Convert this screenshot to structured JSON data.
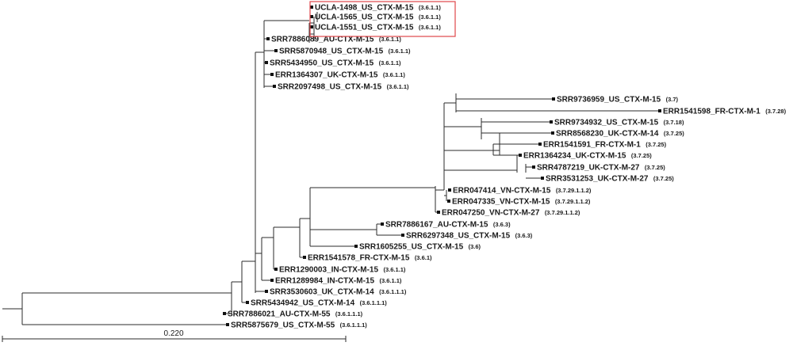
{
  "tree": {
    "leaves": [
      {
        "label": "UCLA-1498_US_CTX-M-15",
        "note": "(3.6.1.1)"
      },
      {
        "label": "UCLA-1565_US_CTX-M-15",
        "note": "(3.6.1.1)"
      },
      {
        "label": "UCLA-1551_US_CTX-M-15",
        "note": "(3.6.1.1)"
      },
      {
        "label": "SRR7886089_AU-CTX-M-15",
        "note": "(3.6.1.1)"
      },
      {
        "label": "SRR5870948_US_CTX-M-15",
        "note": "(3.6.1.1)"
      },
      {
        "label": "SRR5434950_US_CTX-M-15",
        "note": "(3.6.1.1)"
      },
      {
        "label": "ERR1364307_UK-CTX-M-15",
        "note": "(3.6.1.1)"
      },
      {
        "label": "SRR2097498_US_CTX-M-15",
        "note": "(3.6.1.1)"
      },
      {
        "label": "SRR9736959_US_CTX-M-15",
        "note": "(3.7)"
      },
      {
        "label": "ERR1541598_FR-CTX-M-1",
        "note": "(3.7.28)"
      },
      {
        "label": "SRR9734932_US_CTX-M-15",
        "note": "(3.7.18)"
      },
      {
        "label": "SRR8568230_UK-CTX-M-14",
        "note": "(3.7.25)"
      },
      {
        "label": "ERR1541591_FR-CTX-M-1",
        "note": "(3.7.25)"
      },
      {
        "label": "ERR1364234_UK-CTX-M-15",
        "note": "(3.7.25)"
      },
      {
        "label": "SRR4787219_UK-CTX-M-27",
        "note": "(3.7.25)"
      },
      {
        "label": "SRR3531253_UK-CTX-M-27",
        "note": "(3.7.25)"
      },
      {
        "label": "ERR047414_VN-CTX-M-15",
        "note": "(3.7.29.1.1.2)"
      },
      {
        "label": "ERR047335_VN-CTX-M-15",
        "note": "(3.7.29.1.1.2)"
      },
      {
        "label": "ERR047250_VN-CTX-M-27",
        "note": "(3.7.29.1.1.2)"
      },
      {
        "label": "SRR7886167_AU-CTX-M-15",
        "note": "(3.6.3)"
      },
      {
        "label": "SRR6297348_US_CTX-M-15",
        "note": "(3.6.3)"
      },
      {
        "label": "SRR1605255_US_CTX-M-15",
        "note": "(3.6)"
      },
      {
        "label": "ERR1541578_FR-CTX-M-15",
        "note": "(3.6.1)"
      },
      {
        "label": "ERR1290003_IN-CTX-M-15",
        "note": "(3.6.1.1)"
      },
      {
        "label": "ERR1289984_IN-CTX-M-15",
        "note": "(3.6.1.1)"
      },
      {
        "label": "SRR3530603_UK_CTX-M-14",
        "note": "(3.6.1.1.1)"
      },
      {
        "label": "SRR5434942_US_CTX-M-14",
        "note": "(3.6.1.1.1)"
      },
      {
        "label": "SRR7886021_AU-CTX-M-55",
        "note": "(3.6.1.1.1)"
      },
      {
        "label": "SRR5875679_US_CTX-M-55",
        "note": "(3.6.1.1.1)"
      }
    ],
    "scale_bar": {
      "label": "0.220"
    },
    "highlight": {
      "color": "#e0454a",
      "leaves": [
        0,
        1,
        2
      ]
    }
  }
}
